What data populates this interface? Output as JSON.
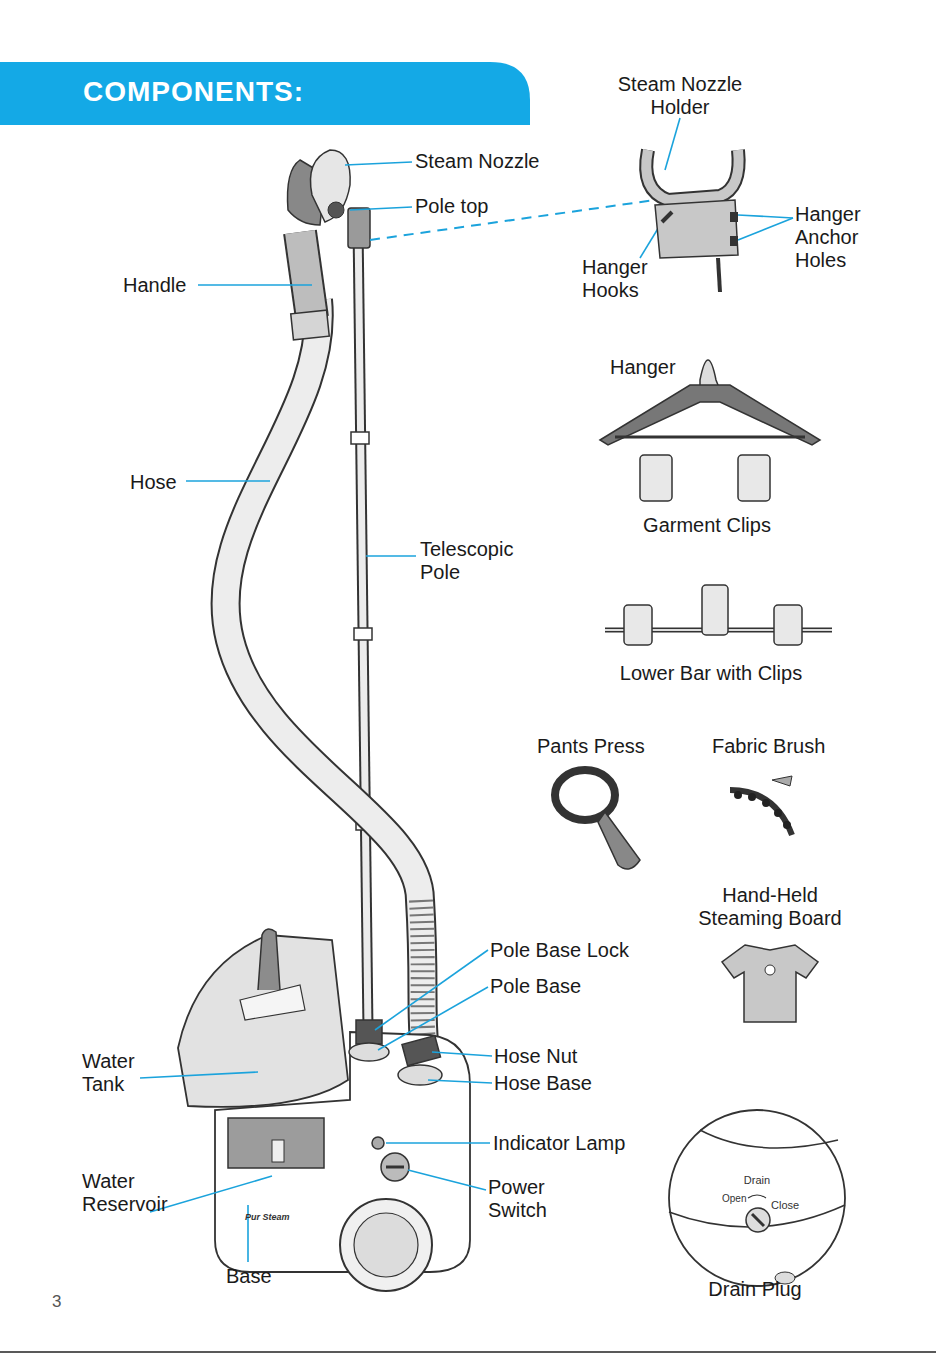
{
  "diagram": {
    "title": "COMPONENTS:",
    "labels": [
      "Steam Nozzle",
      "Pole top",
      "Steam Nozzle Holder",
      "Hanger Anchor Holes",
      "Hanger Hooks",
      "Handle",
      "Hanger",
      "Garment Clips",
      "Hose",
      "Telescopic Pole",
      "Lower Bar with Clips",
      "Pants Press",
      "Fabric Brush",
      "Hand-Held Steaming Board",
      "Pole Base Lock",
      "Pole Base",
      "Hose Nut",
      "Hose Base",
      "Water Tank",
      "Indicator Lamp",
      "Water Reservoir",
      "Power Switch",
      "Drain",
      "Open",
      "Close",
      "Pur Steam",
      "Base",
      "Drain Plug",
      "3"
    ]
  }
}
